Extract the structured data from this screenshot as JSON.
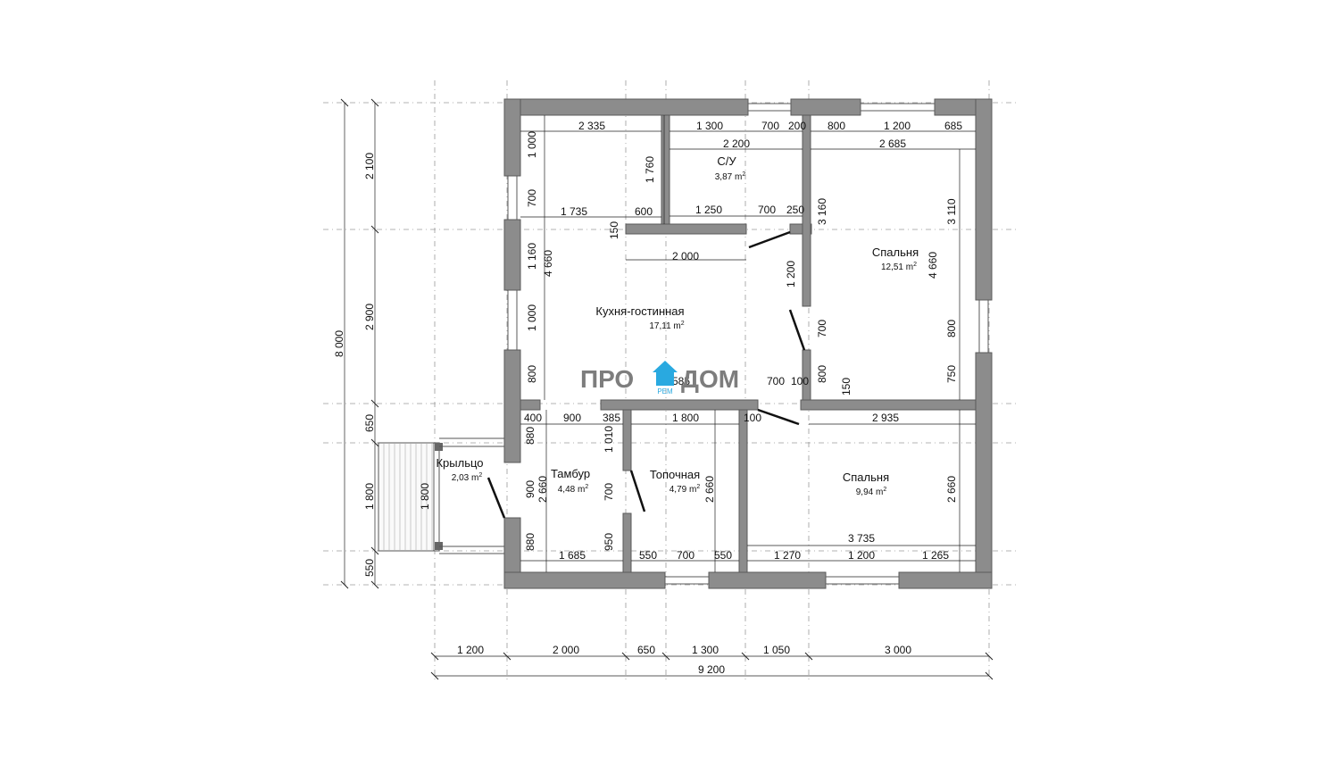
{
  "logo": {
    "left": "ПРО",
    "right": "ДОМ",
    "sub": "РЕМ"
  },
  "colors": {
    "wall": "#8c8c8c",
    "wall_stroke": "#5a5a5a",
    "dim": "#222222",
    "grid": "#9a9a9a",
    "logo_blue": "#29a9e0"
  },
  "rooms": {
    "kitchen": {
      "name": "Кухня-гостинная",
      "area": "17,11 m",
      "sup": "2"
    },
    "bath": {
      "name": "С/У",
      "area": "3,87 m",
      "sup": "2"
    },
    "bedroom1": {
      "name": "Спальня",
      "area": "12,51 m",
      "sup": "2"
    },
    "bedroom2": {
      "name": "Спальня",
      "area": "9,94 m",
      "sup": "2"
    },
    "tambur": {
      "name": "Тамбур",
      "area": "4,48 m",
      "sup": "2"
    },
    "topoch": {
      "name": "Топочная",
      "area": "4,79 m",
      "sup": "2"
    },
    "porch": {
      "name": "Крыльцо",
      "area": "2,03 m",
      "sup": "2"
    }
  },
  "dims": {
    "k_top": "2 335",
    "b_top1": "1 300",
    "b_top2": "700",
    "b_top3": "200",
    "r_top1": "800",
    "r_top2": "1 200",
    "r_top3": "685",
    "b_w": "2 200",
    "r_w": "2 685",
    "k_mid1": "1 735",
    "k_mid2": "600",
    "b_bot1": "1 250",
    "b_bot2": "700",
    "b_bot3": "250",
    "v150a": "150",
    "d2000": "2 000",
    "k_l1": "1 000",
    "k_l2": "700",
    "k_l3": "1 160",
    "k_l4": "1 000",
    "k_l5": "800",
    "k_h": "4 660",
    "b_h": "1 760",
    "r_l": "3 160",
    "r_h": "4 660",
    "r_r1": "3 110",
    "r_r2": "800",
    "r_r3": "750",
    "d1200": "1 200",
    "d700v": "700",
    "d800v": "800",
    "v150b": "150",
    "k_b1": "2 585",
    "k_b2": "700",
    "k_b3": "100",
    "t_top1": "400",
    "t_top2": "900",
    "t_top3": "385",
    "f_top": "1 800",
    "d100": "100",
    "s2_top": "2 935",
    "t_l1": "880",
    "t_l2": "900",
    "t_l3": "880",
    "t_h": "2 660",
    "f_l1": "1 010",
    "f_l2": "700",
    "f_l3": "950",
    "f_h": "2 660",
    "s2_h": "2 660",
    "s2_w": "3 735",
    "t_bot": "1 685",
    "f_bot1": "550",
    "f_bot2": "700",
    "f_bot3": "550",
    "s2_bot1": "1 270",
    "s2_bot2": "1 200",
    "s2_bot3": "1 265",
    "porch_h": "1 800",
    "L_total": "8 000",
    "L1": "2 100",
    "L2": "2 900",
    "L3": "650",
    "L4": "1 800",
    "L5": "550",
    "B1": "1 200",
    "B2": "2 000",
    "B3": "650",
    "B4": "1 300",
    "B5": "1 050",
    "B6": "3 000",
    "B_total": "9 200"
  }
}
